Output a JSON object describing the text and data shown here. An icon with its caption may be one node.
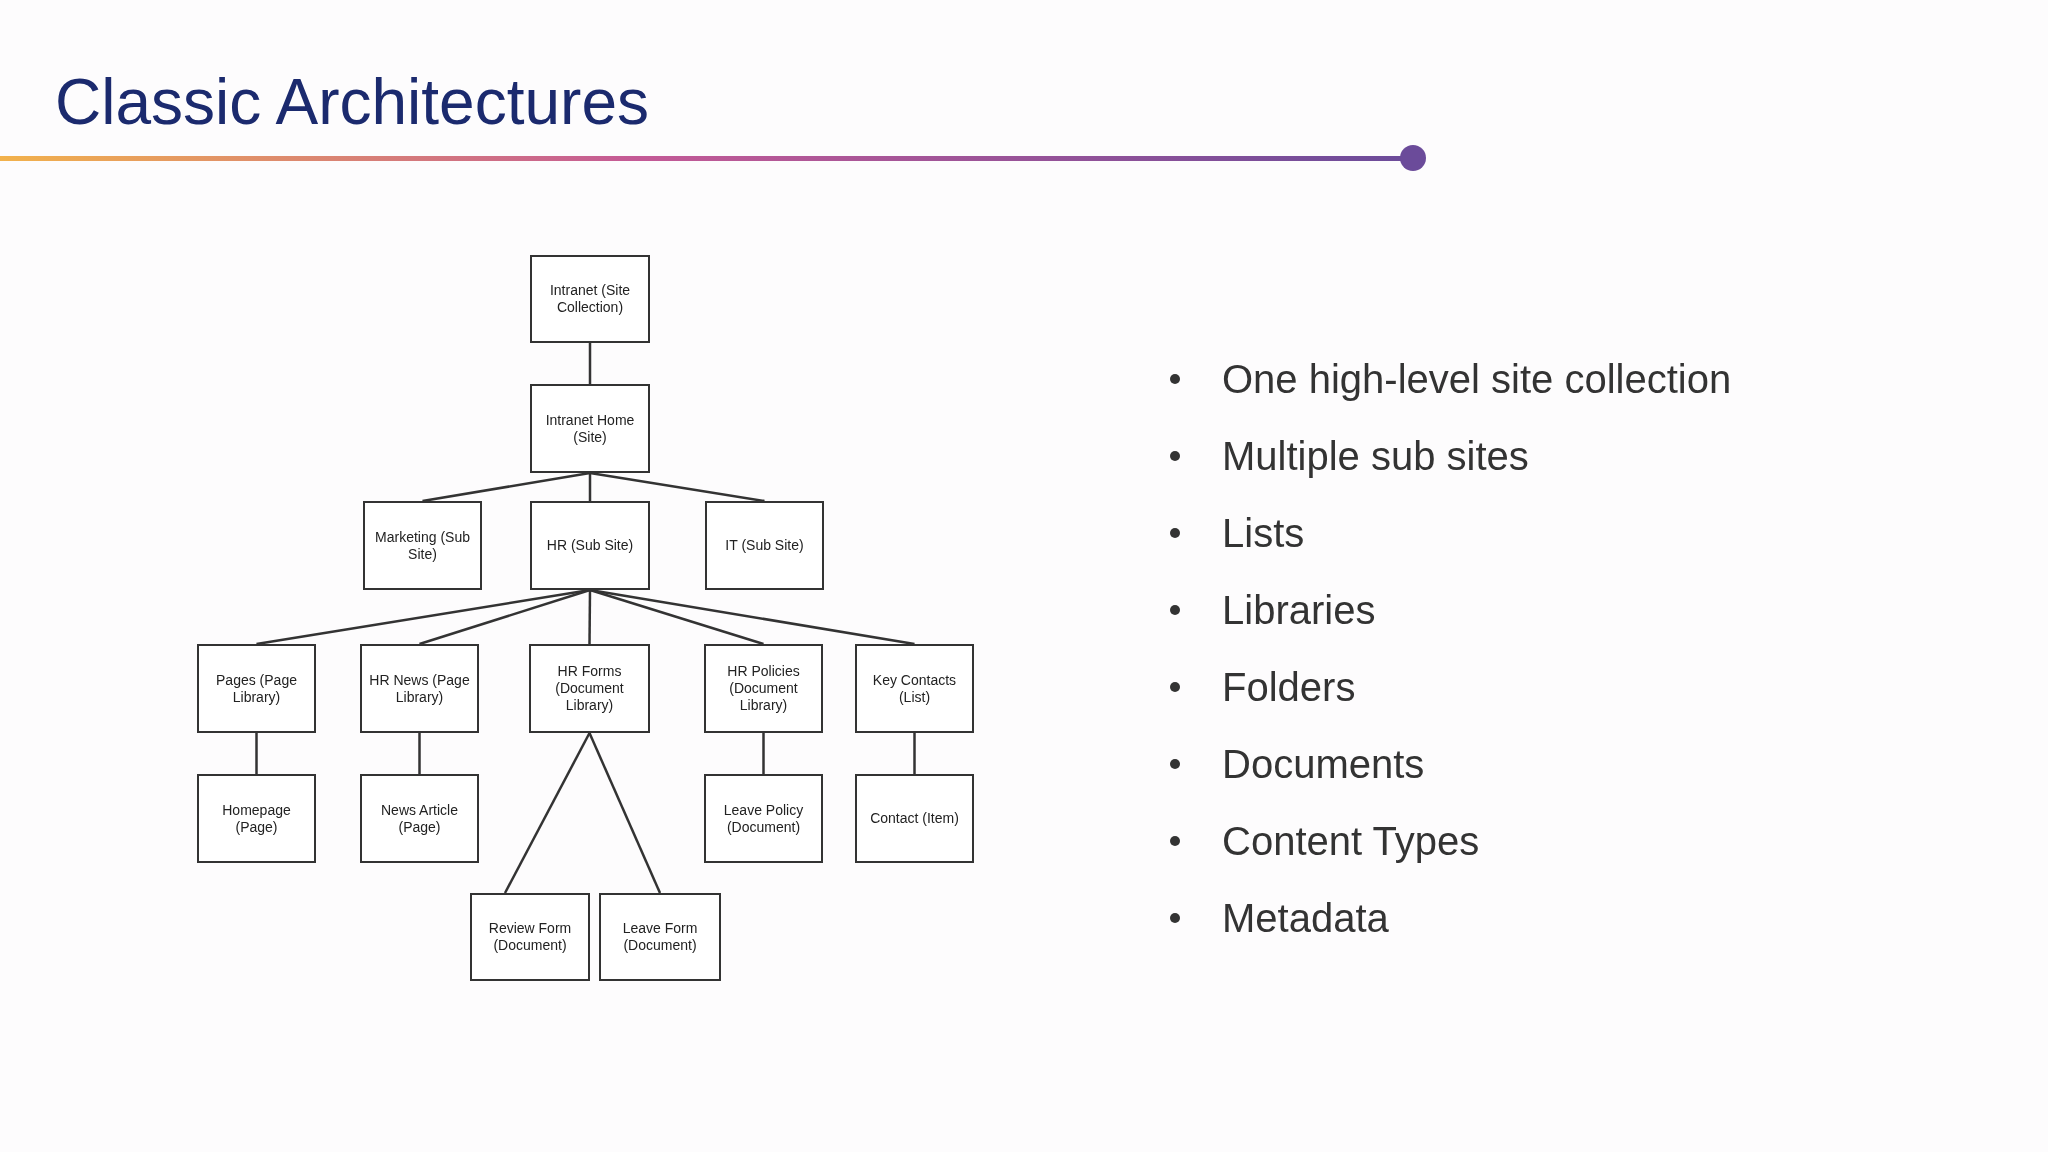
{
  "diagram": {
    "title": "Classic Architectures",
    "nodes": [
      {
        "text": [
          "Intranet (Site Collection)"
        ]
      },
      {
        "text": [
          "Intranet Home (Site)"
        ]
      },
      {
        "text": [
          "Marketing (Sub Site)"
        ]
      },
      {
        "text": [
          "HR (Sub Site)"
        ]
      },
      {
        "text": [
          "IT (Sub Site)"
        ]
      },
      {
        "text": [
          "Pages (Page Library)"
        ]
      },
      {
        "text": [
          "HR News (Page Library)"
        ]
      },
      {
        "text": [
          "HR Forms (Document Library)"
        ]
      },
      {
        "text": [
          "HR Policies (Document Library)"
        ]
      },
      {
        "text": [
          "Key Contacts (List)"
        ]
      },
      {
        "text": [
          "Homepage (Page)"
        ]
      },
      {
        "text": [
          "News Article (Page)"
        ]
      },
      {
        "text": [
          "Leave Policy (Document)"
        ]
      },
      {
        "text": [
          "Contact (Item)"
        ]
      },
      {
        "text": [
          "Review Form (Document)"
        ]
      },
      {
        "text": [
          "Leave Form (Document)"
        ]
      }
    ],
    "edges": [
      {
        "from": 0,
        "to": 1,
        "arrow": "none"
      },
      {
        "from": 1,
        "to": 2,
        "arrow": "none"
      },
      {
        "from": 1,
        "to": 3,
        "arrow": "none"
      },
      {
        "from": 1,
        "to": 4,
        "arrow": "none"
      },
      {
        "from": 3,
        "to": 5,
        "arrow": "none"
      },
      {
        "from": 3,
        "to": 6,
        "arrow": "none"
      },
      {
        "from": 3,
        "to": 7,
        "arrow": "none"
      },
      {
        "from": 3,
        "to": 8,
        "arrow": "none"
      },
      {
        "from": 3,
        "to": 9,
        "arrow": "none"
      },
      {
        "from": 5,
        "to": 10,
        "arrow": "none"
      },
      {
        "from": 6,
        "to": 11,
        "arrow": "none"
      },
      {
        "from": 7,
        "to": 14,
        "arrow": "none"
      },
      {
        "from": 7,
        "to": 15,
        "arrow": "none"
      },
      {
        "from": 8,
        "to": 12,
        "arrow": "none"
      },
      {
        "from": 9,
        "to": 13,
        "arrow": "none"
      }
    ],
    "labels": [
      "One high-level site collection",
      "Multiple sub sites",
      "Lists",
      "Libraries",
      "Folders",
      "Documents",
      "Content Types",
      "Metadata"
    ]
  }
}
